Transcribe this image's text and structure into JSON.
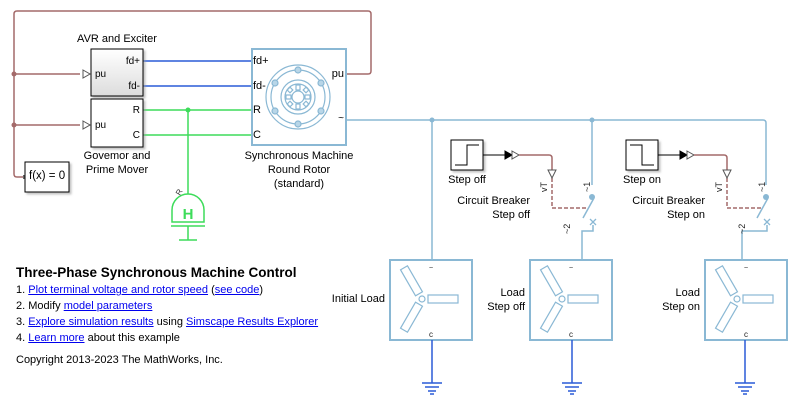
{
  "title": "Three-Phase Synchronous Machine Control",
  "colors": {
    "physical_signal": "#a46a6a",
    "electrical": "#8ab8d4",
    "field": "#2a5bd7",
    "hydraulic": "#3ddc5a",
    "ground": "#2a5bd7",
    "link": "#0000ee"
  },
  "blocks": {
    "avr": {
      "label": "AVR and Exciter",
      "ports": {
        "in": "pu",
        "out1": "fd+",
        "out2": "fd-"
      }
    },
    "governor": {
      "label_line1": "Govemor and",
      "label_line2": "Prime Mover",
      "ports": {
        "in": "pu",
        "out1": "R",
        "out2": "C"
      }
    },
    "solver": {
      "label": "f(x) = 0"
    },
    "machine": {
      "label_line1": "Synchronous Machine",
      "label_line2": "Round Rotor",
      "label_line3": "(standard)",
      "ports": {
        "fdp": "fd+",
        "fdm": "fd-",
        "r": "R",
        "c": "C",
        "pu": "pu",
        "ac": "~"
      }
    },
    "hydraulic_ref": {
      "glyph": "H",
      "port": "R"
    },
    "step_off": {
      "label": "Step off"
    },
    "step_on": {
      "label": "Step on"
    },
    "breaker_off": {
      "label_line1": "Circuit Breaker",
      "label_line2": "Step off",
      "ports": {
        "vt": "vT",
        "p1": "~1",
        "p2": "~2"
      }
    },
    "breaker_on": {
      "label_line1": "Circuit Breaker",
      "label_line2": "Step on",
      "ports": {
        "vt": "vT",
        "p1": "~1",
        "p2": "~2"
      }
    },
    "load_initial": {
      "label": "Initial Load"
    },
    "load_off": {
      "label_line1": "Load",
      "label_line2": "Step off"
    },
    "load_on": {
      "label_line1": "Load",
      "label_line2": "Step on"
    }
  },
  "info": {
    "heading": "Three-Phase Synchronous Machine Control",
    "item1_num": "1.",
    "item1_link": "Plot terminal voltage and rotor speed",
    "item1_open": " (",
    "item1_link2": "see code",
    "item1_close": ")",
    "item2_num": "2. Modify ",
    "item2_link": "model parameters",
    "item3_num": "3.",
    "item3_link": "Explore simulation results",
    "item3_mid": " using ",
    "item3_link2": "Simscape Results Explorer",
    "item4_num": "4.",
    "item4_link": "Learn more",
    "item4_tail": " about this example",
    "copyright": "Copyright 2013-2023 The MathWorks, Inc."
  }
}
